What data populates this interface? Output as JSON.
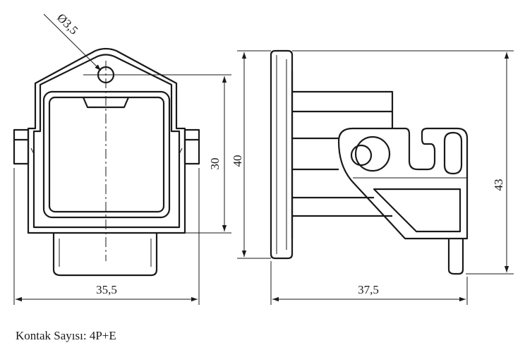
{
  "dimensions": {
    "hole_diameter": "Ø3,5",
    "height_front": "30",
    "height_side": "40",
    "height_total": "43",
    "width_front": "35,5",
    "width_side": "37,5"
  },
  "caption": "Kontak Sayısı: 4P+E"
}
